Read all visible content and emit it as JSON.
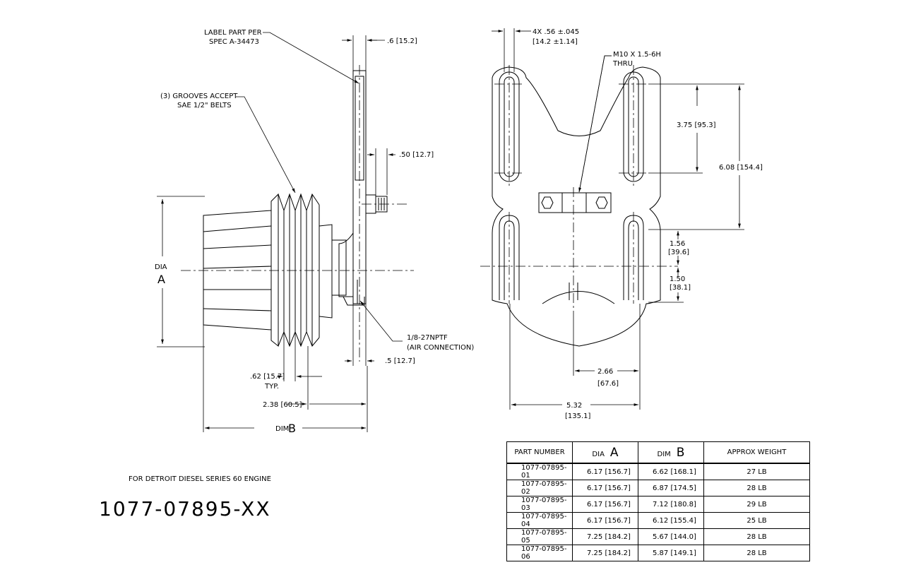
{
  "labels": {
    "label_part_line1": "LABEL PART PER",
    "label_part_line2": "SPEC A-34473",
    "grooves_line1": "(3) GROOVES ACCEPT",
    "grooves_line2": "SAE 1/2\" BELTS",
    "dim_06": ".6 [15.2]",
    "dim_050": ".50 [12.7]",
    "dia_word": "DIA",
    "dia_letter": "A",
    "air_line1": "1/8-27NPTF",
    "air_line2": "(AIR CONNECTION)",
    "dim_5": ".5 [12.7]",
    "dim_062": ".62 [15.7]",
    "typ": "TYP.",
    "dim_238": "2.38 [60.5]",
    "dim_b_word": "DIM",
    "dim_b_letter": "B",
    "holes_line1": "4X .56 ±.045",
    "holes_line2": "[14.2 ±1.14]",
    "thread_line1": "M10 X 1.5-6H",
    "thread_line2": "THRU",
    "dim_375": "3.75 [95.3]",
    "dim_608": "6.08 [154.4]",
    "dim_156_a": "1.56",
    "dim_156_b": "[39.6]",
    "dim_150_a": "1.50",
    "dim_150_b": "[38.1]",
    "dim_266_a": "2.66",
    "dim_266_b": "[67.6]",
    "dim_532_a": "5.32",
    "dim_532_b": "[135.1]"
  },
  "engine_note": "FOR DETROIT DIESEL SERIES 60 ENGINE",
  "part_title": "1077-07895-XX",
  "table": {
    "headers": {
      "part_number": "PART NUMBER",
      "dia_word": "DIA",
      "dia_letter": "A",
      "dim_word": "DIM",
      "dim_letter": "B",
      "weight": "APPROX WEIGHT"
    },
    "rows": [
      {
        "part": "1077-07895-01",
        "dia": "6.17 [156.7]",
        "dim": "6.62 [168.1]",
        "weight": "27 LB"
      },
      {
        "part": "1077-07895-02",
        "dia": "6.17 [156.7]",
        "dim": "6.87 [174.5]",
        "weight": "28 LB"
      },
      {
        "part": "1077-07895-03",
        "dia": "6.17 [156.7]",
        "dim": "7.12 [180.8]",
        "weight": "29 LB"
      },
      {
        "part": "1077-07895-04",
        "dia": "6.17 [156.7]",
        "dim": "6.12 [155.4]",
        "weight": "25 LB"
      },
      {
        "part": "1077-07895-05",
        "dia": "7.25 [184.2]",
        "dim": "5.67 [144.0]",
        "weight": "28 LB"
      },
      {
        "part": "1077-07895-06",
        "dia": "7.25 [184.2]",
        "dim": "5.87 [149.1]",
        "weight": "28 LB"
      }
    ]
  }
}
